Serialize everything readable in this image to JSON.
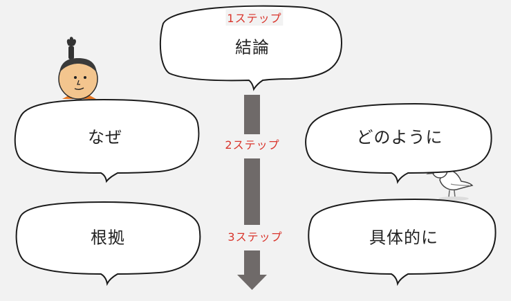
{
  "steps": {
    "step1": "1ステップ",
    "step2": "2ステップ",
    "step3": "3ステップ"
  },
  "bubbles": {
    "conclusion": "結論",
    "why": "なぜ",
    "how": "どのように",
    "evidence": "根拠",
    "specifically": "具体的に"
  },
  "colors": {
    "arrow": "#6f6a69",
    "step_label": "#d9342b",
    "background": "#f2f2f2",
    "bubble_fill": "#ffffff",
    "bubble_stroke": "#1a1a1a"
  },
  "icons": {
    "samurai": "samurai-character-icon",
    "bird": "bird-icon"
  }
}
